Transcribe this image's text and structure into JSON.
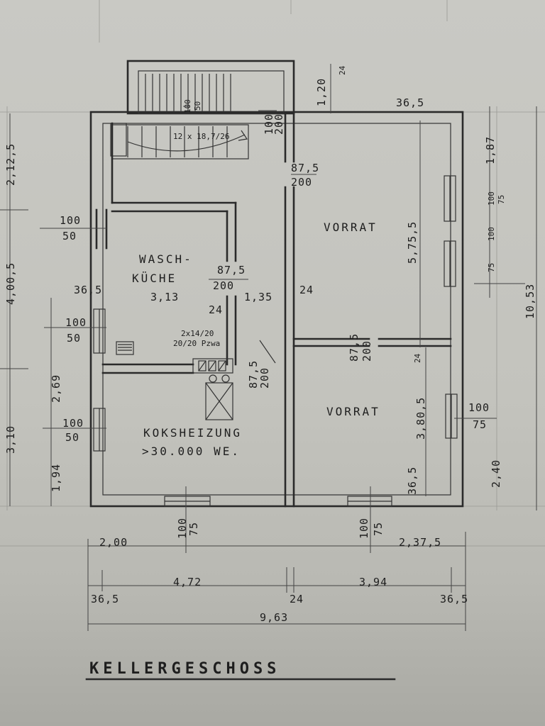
{
  "title": "KELLERGESCHOSS",
  "rooms": {
    "wasch1": "WASCH-",
    "wasch2": "KÜCHE",
    "koks": "KOKSHEIZUNG",
    "koks_sub": ">30.000 WE.",
    "vorrat_top": "VORRAT",
    "vorrat_bottom": "VORRAT"
  },
  "notes": {
    "stair": "12 x 18,7/26",
    "chimney_a": "2x14/20",
    "chimney_b": "20/20 Pzwa"
  },
  "dims": {
    "d_100_50_a": "100",
    "d_100_50_a2": "50",
    "d_100_50_b": "100",
    "d_100_50_b2": "50",
    "d_100_50_c": "100",
    "d_100_50_c2": "50",
    "d_100_200": "100",
    "d_100_200b": "200",
    "d_100_50_stair": "100",
    "d_100_50_stair2": "50",
    "d_875_a": "87,5",
    "d_875_a2": "200",
    "d_875_b": "87,5",
    "d_875_b2": "200",
    "d_875_c": "87,5",
    "d_875_c2": "200",
    "d_875_d": "87,5",
    "d_875_d2": "200",
    "d_313": "3,13",
    "d_135": "1,35",
    "d_24a": "24",
    "d_24b": "24",
    "d_24c": "24",
    "d_24d": "24",
    "d_365a": "36,5",
    "d_365b": "36,5",
    "d_365c": "36,5",
    "d_365d": "36,5",
    "d_365e": "36,5",
    "d_120": "1,20",
    "d_212": "2,12,5",
    "d_4005": "4,00,5",
    "d_269": "2,69",
    "d_194": "1,94",
    "d_310": "3,10",
    "d_575": "5,75,5",
    "d_380": "3,80,5",
    "d_187": "1,87",
    "d_1053": "10,53",
    "d_240": "2,40",
    "d_100_75_a": "100",
    "d_100_75_a2": "75",
    "d_100_75_b": "100",
    "d_100_75_b2": "75",
    "d_100_75_c": "100",
    "d_100_75_c2": "75",
    "d_100_75_d": "100",
    "d_100_75_d2": "75",
    "d_100_75_e": "100",
    "d_100_75_e2": "75",
    "d_200": "2,00",
    "d_2375": "2,37,5",
    "d_472": "4,72",
    "d_394": "3,94",
    "d_963": "9,63"
  }
}
